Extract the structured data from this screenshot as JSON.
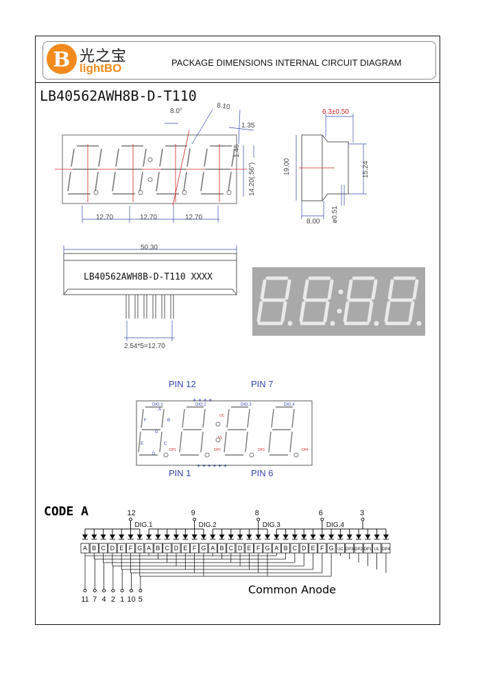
{
  "header": {
    "logo_cn": "光之宝",
    "logo_en": "lightBO",
    "logo_letter": "B",
    "title": "PACKAGE DIMENSIONS INTERNAL  CIRCUIT DIAGRAM"
  },
  "part_number": "LB40562AWH8B-D-T110",
  "front_view": {
    "angle": "8.0°",
    "seg_width": "8.10",
    "seg_thick": "1.35",
    "dp_offset": "1.45",
    "digit_height": "14.20(.56\")",
    "pitch_1": "12.70",
    "pitch_2": "12.70",
    "pitch_3": "12.70"
  },
  "side_view": {
    "top_width": "6.3±0.50",
    "height": "19.00",
    "pin_length": "15.24",
    "depth": "8.00",
    "pin_dia": "ø0.51"
  },
  "bottom_view": {
    "width": "50.30",
    "label": "LB40562AWH8B-D-T110  XXXX",
    "pin_pitch": "2.54*5=12.70"
  },
  "pin_view": {
    "pin_12": "PIN  12",
    "pin_7": "PIN  7",
    "pin_1": "PIN  1",
    "pin_6": "PIN  6",
    "dig1": "DIG.1",
    "dig2": "DIG.2",
    "dig3": "DIG.3",
    "dig4": "DIG.4",
    "seg_a": "A",
    "seg_b": "B",
    "seg_c": "C",
    "seg_d": "D",
    "seg_e": "E",
    "seg_f": "F",
    "seg_g": "G",
    "uc": "UC",
    "ul": "UL",
    "dp1": "DP1",
    "dp2": "DP2",
    "dp3": "DP3",
    "dp4": "DP4"
  },
  "circuit": {
    "code_label": "CODE  A",
    "common": "Common  Anode",
    "dig_labels": [
      "DIG.1",
      "DIG.2",
      "DIG.3",
      "DIG.4"
    ],
    "dig_pins": [
      "12",
      "9",
      "8",
      "6"
    ],
    "extra_pin": "3",
    "segments": [
      "A",
      "B",
      "C",
      "D",
      "E",
      "F",
      "G",
      "A",
      "B",
      "C",
      "D",
      "E",
      "F",
      "G",
      "A",
      "B",
      "C",
      "D",
      "E",
      "F",
      "G",
      "A",
      "B",
      "C",
      "D",
      "E",
      "F",
      "G",
      "UC",
      "DP3",
      "DP2",
      "DP1",
      "UL",
      "DP4"
    ],
    "bottom_pins": [
      "11",
      "7",
      "4",
      "2",
      "1",
      "10",
      "5"
    ]
  },
  "colors": {
    "logo_orange": "#f28a1e",
    "pin_blue": "#3344aa",
    "dim_red": "#cc2222",
    "display_bg": "#a9a9a9"
  }
}
